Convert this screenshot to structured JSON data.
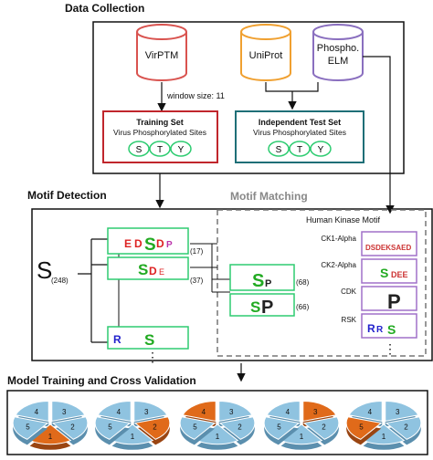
{
  "sections": {
    "data_collection": "Data Collection",
    "motif_detection": "Motif Detection",
    "motif_matching": "Motif Matching",
    "model_training": "Model Training and Cross Validation"
  },
  "databases": [
    {
      "label": "VirPTM",
      "color": "#d9534f"
    },
    {
      "label": "UniProt",
      "color": "#f0a030"
    },
    {
      "label": "Phospho.",
      "label2": "ELM",
      "color": "#8a6fbf"
    }
  ],
  "window_size": "window size: 11",
  "training_set": {
    "title": "Training Set",
    "subtitle": "Virus Phosphorylated Sites",
    "residues": [
      "S",
      "T",
      "Y"
    ]
  },
  "test_set": {
    "title": "Independent Test Set",
    "subtitle": "Virus Phosphorylated Sites",
    "residues": [
      "S",
      "T",
      "Y"
    ]
  },
  "root": {
    "letter": "S",
    "count": "(248)"
  },
  "motif_counts": [
    "(17)",
    "(37)",
    "(68)",
    "(66)"
  ],
  "human_kinase_motif": "Human Kinase Motif",
  "kinases": [
    "CK1-Alpha",
    "CK2-Alpha",
    "CDK",
    "RSK"
  ],
  "ellipsis": "⋮",
  "folds": [
    {
      "highlight": 1
    },
    {
      "highlight": 2
    },
    {
      "highlight": 4
    },
    {
      "highlight": 3
    },
    {
      "highlight": 5
    }
  ],
  "fold_labels": [
    "1",
    "2",
    "3",
    "4",
    "5"
  ],
  "colors": {
    "red": "#c0262c",
    "teal": "#1f6f77",
    "green": "#2ecc71",
    "purple": "#a070c8",
    "pie_blue": "#8fc3e0",
    "pie_orange": "#e06a1a"
  }
}
